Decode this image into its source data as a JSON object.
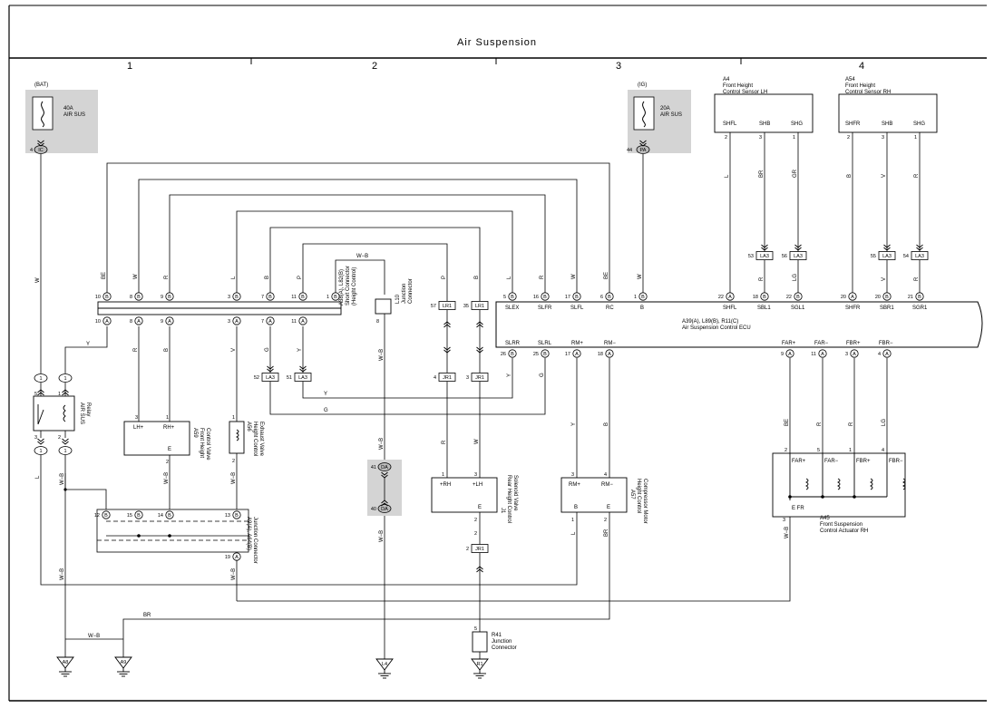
{
  "title": "Air Suspension",
  "zones": [
    "1",
    "2",
    "3",
    "4"
  ],
  "fuses": [
    {
      "source": "(BAT)",
      "rating": "40A",
      "name": "AIR SUS",
      "pin": "4",
      "conn": "IC"
    },
    {
      "source": "(IG)",
      "rating": "20A",
      "name": "AIR SUS",
      "pin": "44",
      "conn": "PA"
    }
  ],
  "sensors": [
    {
      "id": "A4",
      "name1": "Front Height",
      "name2": "Control Sensor LH",
      "pins": [
        "SHFL",
        "SHB",
        "SHG"
      ],
      "nums": [
        "2",
        "3",
        "1"
      ],
      "wires": [
        "L",
        "BR",
        "GR"
      ],
      "lower": [
        "R",
        "LG"
      ],
      "conn": [
        [
          "53",
          "LA3"
        ],
        [
          "56",
          "LA3"
        ]
      ]
    },
    {
      "id": "A54",
      "name1": "Front Height",
      "name2": "Control Sensor RH",
      "pins": [
        "SHFR",
        "SHB",
        "SHG"
      ],
      "nums": [
        "2",
        "3",
        "1"
      ],
      "wires": [
        "B",
        "V",
        "R"
      ],
      "lower": [
        "V",
        "R"
      ],
      "conn": [
        [
          "55",
          "LA3"
        ],
        [
          "54",
          "LA3"
        ]
      ]
    }
  ],
  "ecu": {
    "name1": "A39(A), L89(B), R11(C)",
    "name2": "Air Suspension Control ECU",
    "top_pins": [
      {
        "n": "5",
        "c": "B",
        "label": "SLEX"
      },
      {
        "n": "16",
        "c": "B",
        "label": "SLFR"
      },
      {
        "n": "17",
        "c": "B",
        "label": "SLFL"
      },
      {
        "n": "6",
        "c": "B",
        "label": "RC"
      },
      {
        "n": "1",
        "c": "B",
        "label": "B"
      },
      {
        "n": "22",
        "c": "A",
        "label": "SHFL"
      },
      {
        "n": "18",
        "c": "B",
        "label": "SBL1"
      },
      {
        "n": "22",
        "c": "B",
        "label": "SGL1"
      },
      {
        "n": "20",
        "c": "A",
        "label": "SHFR"
      },
      {
        "n": "20",
        "c": "B",
        "label": "SBR1"
      },
      {
        "n": "21",
        "c": "B",
        "label": "SGR1"
      }
    ],
    "top_wires": [
      "L",
      "R",
      "W",
      "BE",
      "W"
    ],
    "ecu_top_wires": [
      "R",
      "LG",
      "V",
      "R"
    ],
    "bottom_pins": [
      {
        "n": "26",
        "c": "B",
        "label": "SLRR"
      },
      {
        "n": "25",
        "c": "B",
        "label": "SLRL"
      },
      {
        "n": "17",
        "c": "A",
        "label": "RM+"
      },
      {
        "n": "18",
        "c": "A",
        "label": "RM−"
      },
      {
        "n": "9",
        "c": "A",
        "label": "FAR+"
      },
      {
        "n": "11",
        "c": "A",
        "label": "FAR−"
      },
      {
        "n": "3",
        "c": "A",
        "label": "FBR+"
      },
      {
        "n": "4",
        "c": "A",
        "label": "FBR−"
      }
    ]
  },
  "short_connector": {
    "name": "A38(A), L82(B)",
    "sub1": "Short Connector",
    "sub2": "(Height Control)",
    "top_wires": [
      "BE",
      "W",
      "R",
      "L",
      "B",
      "P"
    ],
    "top_pins": [
      [
        "10",
        "B"
      ],
      [
        "8",
        "B"
      ],
      [
        "9",
        "B"
      ],
      [
        "3",
        "B"
      ],
      [
        "7",
        "B"
      ],
      [
        "11",
        "B"
      ],
      [
        "1",
        "B"
      ]
    ],
    "bottom_pins": [
      [
        "10",
        "A"
      ],
      [
        "8",
        "A"
      ],
      [
        "9",
        "A"
      ],
      [
        "3",
        "A"
      ],
      [
        "7",
        "A"
      ],
      [
        "11",
        "A"
      ]
    ],
    "bottom_wires": [
      "Y",
      "R",
      "B",
      "V",
      "G",
      "Y"
    ]
  },
  "junction_l10": {
    "name": "L10",
    "sub1": "Junction",
    "sub2": "Connector",
    "pin": "8",
    "wire_top": "W−B",
    "wire": "W−B"
  },
  "lr1": [
    {
      "n": "57",
      "conn": "LR1",
      "wire": "P"
    },
    {
      "n": "35",
      "conn": "LR1",
      "wire": "B"
    }
  ],
  "jr1": [
    {
      "n": "4",
      "conn": "JR1"
    },
    {
      "n": "3",
      "conn": "JR1"
    }
  ],
  "la3": [
    {
      "n": "52",
      "conn": "LA3"
    },
    {
      "n": "51",
      "conn": "LA3"
    }
  ],
  "mid_wires": [
    "Y",
    "G",
    "Y",
    "G"
  ],
  "relay": {
    "name": "AIR SUS",
    "sub": "Relay",
    "pins": [
      "1",
      "1",
      "5",
      "1",
      "3",
      "2",
      "1",
      "1"
    ],
    "wire_w": "W",
    "wire_y": "Y",
    "wire_l": "L",
    "wire_wb": "W−B"
  },
  "a59": {
    "name": "A59",
    "sub1": "Front Height",
    "sub2": "Control Valve",
    "pins": [
      "LH+",
      "RH+",
      "E"
    ],
    "nums": [
      "3",
      "1",
      "2"
    ],
    "wire": "W−B"
  },
  "a56": {
    "name": "A56",
    "sub1": "Height Control",
    "sub2": "Exhaust Valve",
    "nums": [
      "1",
      "2"
    ],
    "wire": "W−B"
  },
  "a9": {
    "name": "A9(A), A64(B)",
    "sub1": "Junction Connector",
    "pins": [
      [
        "12",
        "B"
      ],
      [
        "15",
        "B"
      ],
      [
        "14",
        "B"
      ],
      [
        "13",
        "B"
      ],
      [
        "19",
        "A"
      ]
    ]
  },
  "da": {
    "top": [
      "41",
      "DA"
    ],
    "bottom": [
      "40",
      "DA"
    ],
    "wire": "W−B"
  },
  "rear_valve": {
    "id": "J1",
    "sub1": "Rear Height Control",
    "sub2": "Solenoid Valve",
    "pins": [
      "+RH",
      "+LH",
      "E"
    ],
    "nums": [
      "1",
      "3",
      "2"
    ],
    "wires": [
      "R",
      "W"
    ]
  },
  "jr1_low": {
    "n": "2",
    "conn": "JR1",
    "num": "2"
  },
  "a57": {
    "name": "A57",
    "sub1": "Height Control",
    "sub2": "Compressor Motor",
    "pins": [
      "RM+",
      "RM−",
      "B",
      "E"
    ],
    "nums": [
      "3",
      "4",
      "1",
      "2"
    ],
    "wires": [
      "Y",
      "B",
      "L",
      "BR"
    ]
  },
  "a45": {
    "name": "A45",
    "sub1": "Front Suspension",
    "sub2": "Control Actuator RH",
    "pins": [
      "FAR+",
      "FAR−",
      "FBR+",
      "FBR−"
    ],
    "nums": [
      "2",
      "5",
      "1",
      "4"
    ],
    "efr": "E FR",
    "e_num": "3",
    "wires": [
      "BE",
      "R",
      "R",
      "LG"
    ],
    "wire_e": "W−B"
  },
  "r41": {
    "name": "R41",
    "sub1": "Junction",
    "sub2": "Connector",
    "pin": "5"
  },
  "grounds": [
    "A8",
    "A9",
    "L4",
    "R1"
  ],
  "bottom_wires": {
    "br": "BR",
    "wb": "W−B",
    "w_b": "W−B"
  }
}
